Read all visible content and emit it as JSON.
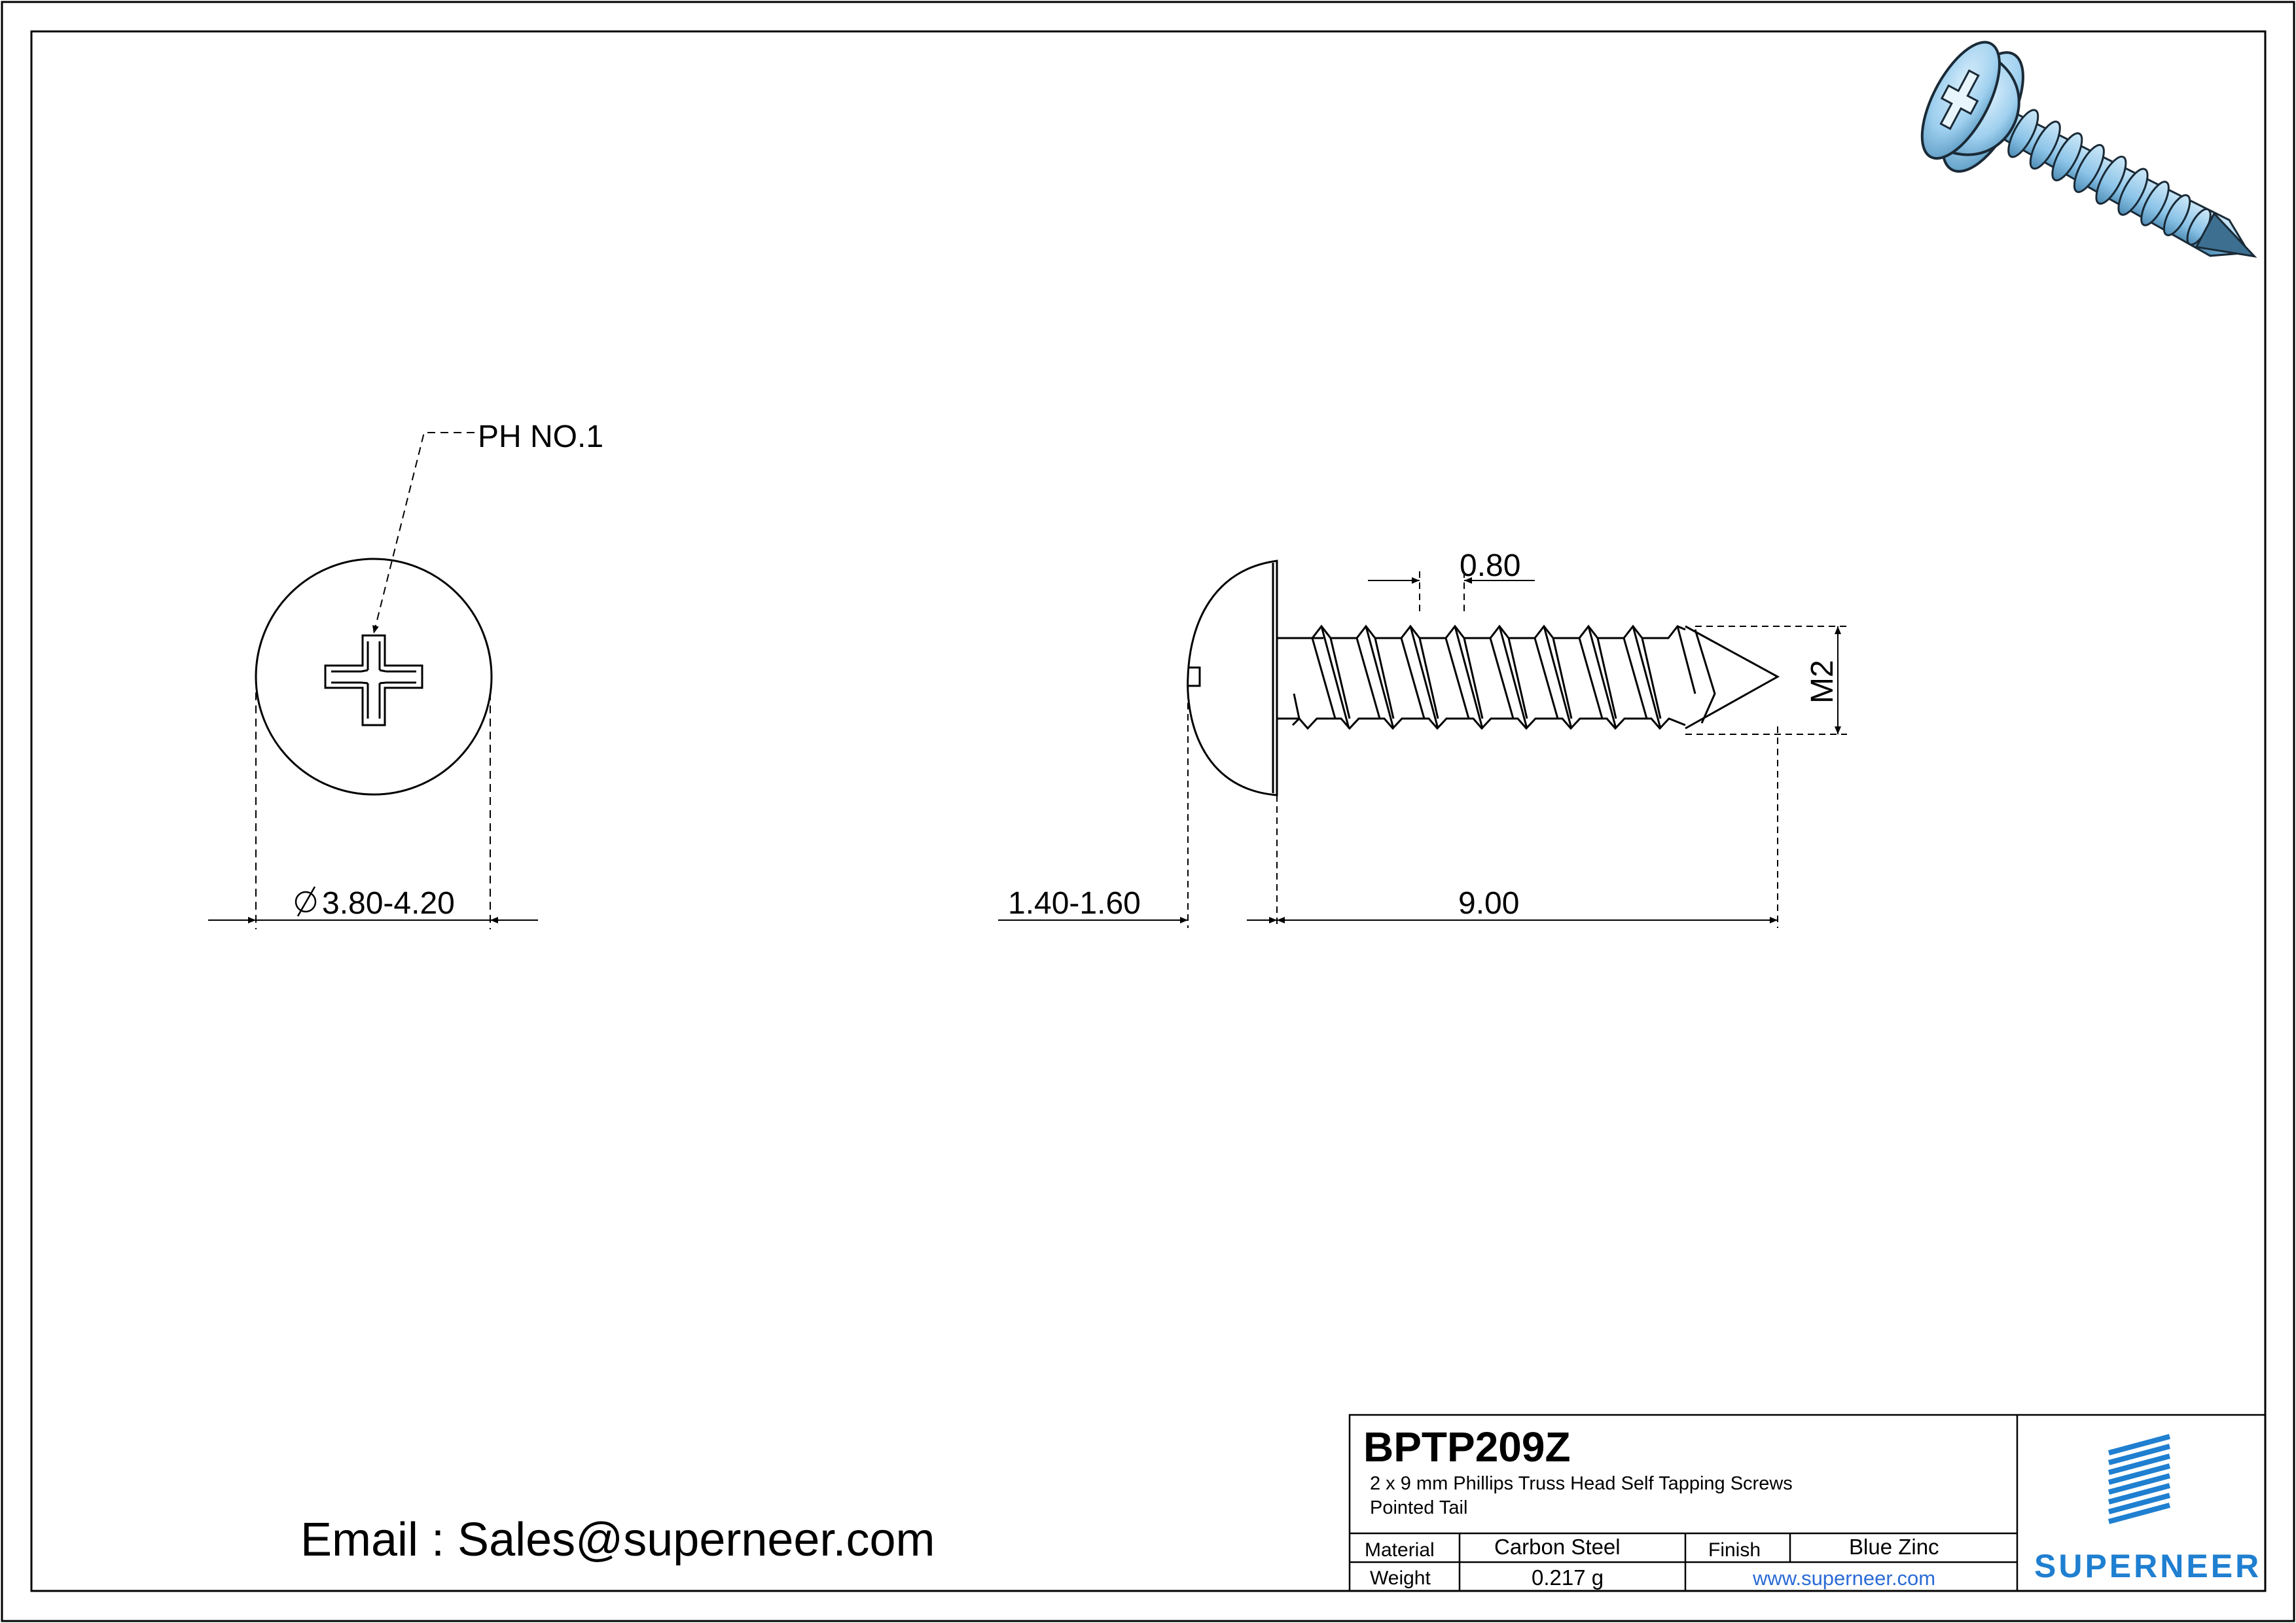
{
  "callouts": {
    "phillips": "PH NO.1",
    "head_diameter": "3.80-4.20",
    "head_height": "1.40-1.60",
    "length": "9.00",
    "pitch": "0.80",
    "thread": "M2"
  },
  "title_block": {
    "part_number": "BPTP209Z",
    "description_line1": "2 x 9 mm Phillips Truss Head Self Tapping Screws",
    "description_line2": "Pointed Tail",
    "material_label": "Material",
    "material_value": "Carbon Steel",
    "finish_label": "Finish",
    "finish_value": "Blue Zinc",
    "weight_label": "Weight",
    "weight_value": "0.217 g",
    "website": "www.superneer.com",
    "brand": "SUPERNEER"
  },
  "email": "Email : Sales@superneer.com",
  "colors": {
    "brand_blue": "#1f7fd0",
    "link_blue": "#2a6bd6",
    "screw_blue": "#9fd0ef"
  }
}
